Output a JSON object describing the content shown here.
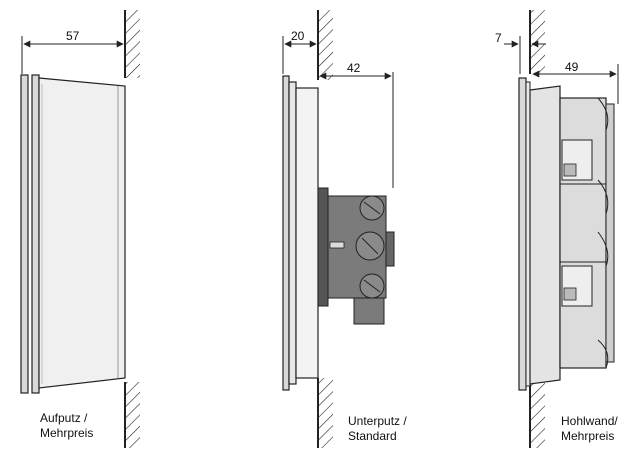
{
  "variants": [
    {
      "id": "aufputz",
      "dimension": "57",
      "label_line1": "Aufputz /",
      "label_line2": "Mehrpreis"
    },
    {
      "id": "unterputz",
      "dimension_front": "20",
      "dimension_depth": "42",
      "label_line1": "Unterputz /",
      "label_line2": "Standard"
    },
    {
      "id": "hohlwand",
      "dimension_front": "7",
      "dimension_depth": "49",
      "label_line1": "Hohlwand/",
      "label_line2": "Mehrpreis"
    }
  ],
  "colors": {
    "line": "#222222",
    "frame_fill": "#d9d9d9",
    "box_fill": "#f0f0f0",
    "gray_box": "#7b7b7b",
    "dark_gray": "#555555",
    "light_gray_box": "#dcdcdc"
  }
}
